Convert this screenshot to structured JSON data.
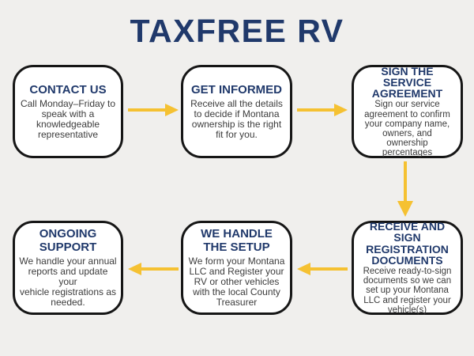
{
  "title": "TAXFREE RV",
  "colors": {
    "navy": "#20396b",
    "body-text": "#3c3c3c",
    "arrow": "#f5c132",
    "box-border": "#161616",
    "box-fill": "#ffffff",
    "page-bg": "#f0efed"
  },
  "steps": [
    {
      "id": "contact-us",
      "heading": "CONTACT US",
      "body": "Call Monday–Friday to\nspeak with a\nknowledgeable\nrepresentative"
    },
    {
      "id": "get-informed",
      "heading": "GET INFORMED",
      "body": "Receive all the details\nto decide if Montana\nownership is the right\nfit for you."
    },
    {
      "id": "sign-the-service-agreement",
      "heading": "SIGN THE\nSERVICE\nAGREEMENT",
      "body": "Sign our service\nagreement to confirm\nyour company name,\nowners, and\nownership\npercentages"
    },
    {
      "id": "receive-and-sign-registration-documents",
      "heading": "RECEIVE AND\nSIGN\nREGISTRATION\nDOCUMENTS",
      "body": "Receive ready-to-sign\ndocuments so we can\nset up your Montana\nLLC and register your\nvehicle(s)"
    },
    {
      "id": "we-handle-the-setup",
      "heading": "WE HANDLE\nTHE SETUP",
      "body": "We form your Montana\nLLC and Register your\nRV or other vehicles\nwith the local County\nTreasurer"
    },
    {
      "id": "ongoing-support",
      "heading": "ONGOING\nSUPPORT",
      "body": "We handle your annual\nreports and update your\nvehicle registrations as\nneeded."
    }
  ],
  "arrows": [
    {
      "name": "flow-arrow-1-right",
      "direction": "right"
    },
    {
      "name": "flow-arrow-2-right",
      "direction": "right"
    },
    {
      "name": "flow-arrow-3-down",
      "direction": "down"
    },
    {
      "name": "flow-arrow-4-left",
      "direction": "left"
    },
    {
      "name": "flow-arrow-5-left",
      "direction": "left"
    }
  ]
}
